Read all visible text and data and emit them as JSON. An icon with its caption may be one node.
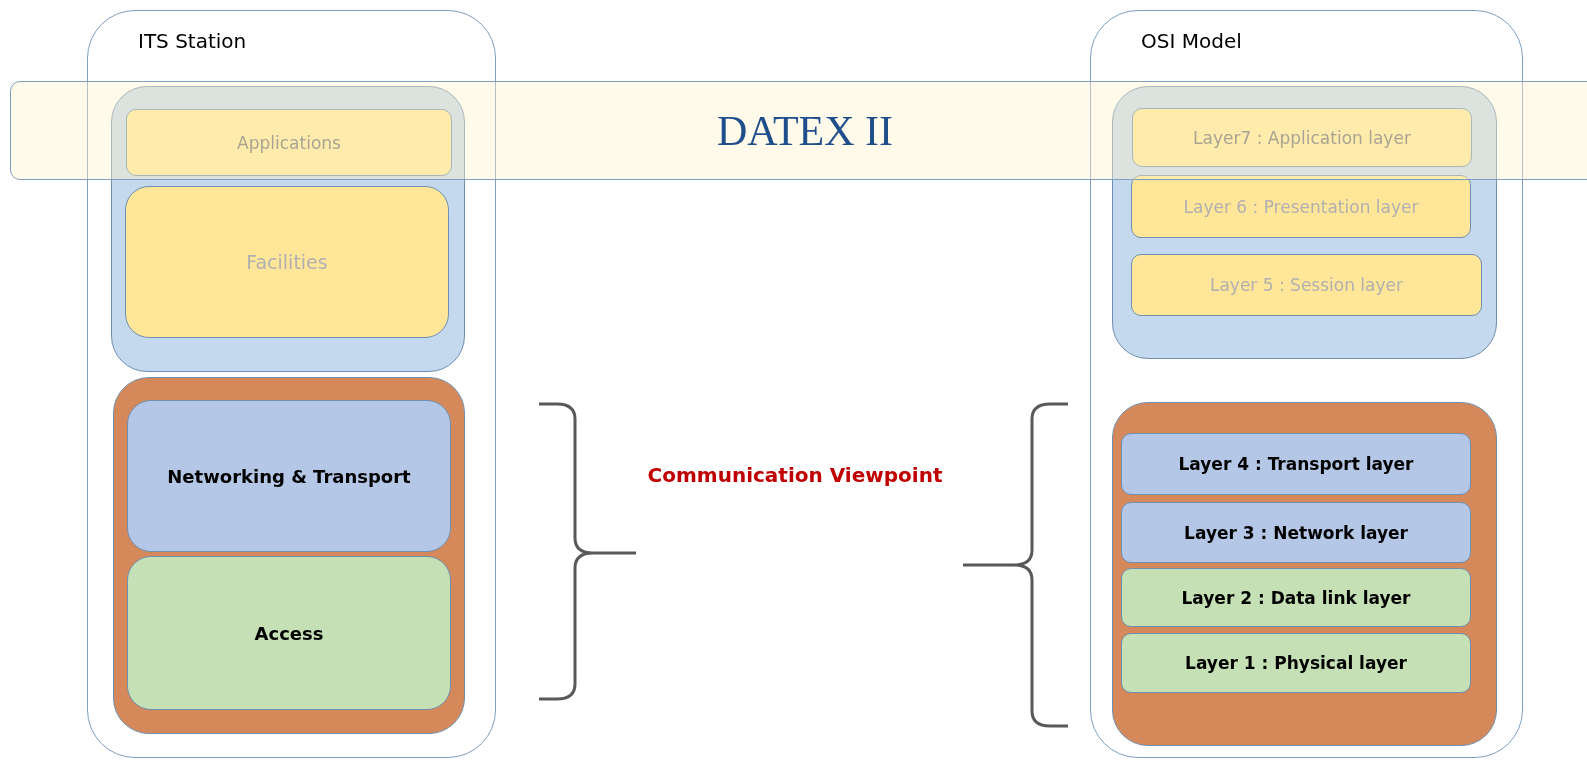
{
  "diagram": {
    "nodes": [
      {
        "text": [
          "ITS Station"
        ]
      },
      {
        "text": [],
        "shape": "box",
        "in": 0
      },
      {
        "text": [
          "Applications"
        ]
      },
      {
        "text": [
          "Facilities"
        ],
        "in": 1
      },
      {
        "text": [],
        "shape": "box",
        "in": 0
      },
      {
        "text": [
          "Networking & Transport"
        ],
        "in": 4
      },
      {
        "text": [
          "Access"
        ],
        "in": 4
      },
      {
        "text": [
          "OSI Model"
        ]
      },
      {
        "text": [],
        "shape": "box",
        "in": 7
      },
      {
        "text": [
          "Layer7 : Application layer"
        ]
      },
      {
        "text": [
          "Layer 6 : Presentation layer"
        ],
        "in": 8
      },
      {
        "text": [
          "Layer 5 : Session layer"
        ],
        "in": 8
      },
      {
        "text": [],
        "shape": "box",
        "in": 7
      },
      {
        "text": [
          "Layer 4 : Transport layer"
        ],
        "in": 12
      },
      {
        "text": [
          "Layer 3 : Network layer"
        ],
        "in": 12
      },
      {
        "text": [
          "Layer 2 : Data link layer"
        ],
        "in": 12
      },
      {
        "text": [
          "Layer 1 : Physical layer"
        ],
        "in": 12
      },
      {
        "text": [
          "DATEX II"
        ]
      }
    ],
    "labels": [
      "Communication Viewpoint"
    ]
  }
}
